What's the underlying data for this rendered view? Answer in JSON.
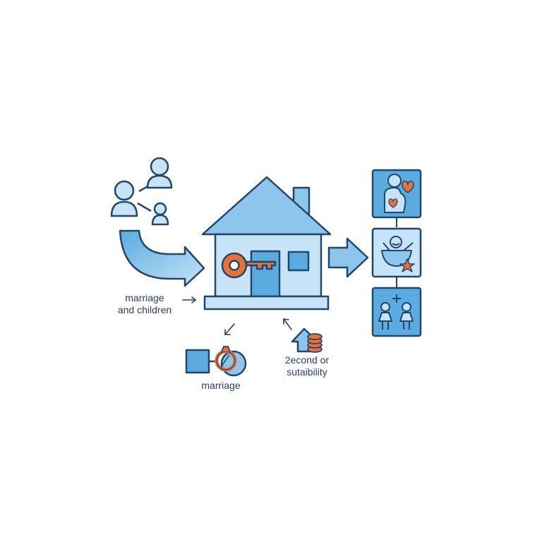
{
  "labels": {
    "marriage_and_children_line1": "marriage",
    "marriage_and_children_line2": "and children",
    "marriage": "marriage",
    "second_line1": "2econd or",
    "second_line2": "sutaibility"
  },
  "colors": {
    "outline": "#23466b",
    "light_blue": "#c6e3f7",
    "mid_blue": "#8cc6ec",
    "accent_blue": "#5aace0",
    "orange": "#e8713a",
    "text": "#2b3f5c"
  },
  "icons": {
    "people": "family-network-icon",
    "house": "house-icon",
    "key": "key-icon",
    "ring": "ring-icon",
    "coins": "coins-icon",
    "panel1": "pregnancy-heart-icon",
    "panel2": "baby-cradle-icon",
    "panel3": "two-children-icon"
  }
}
